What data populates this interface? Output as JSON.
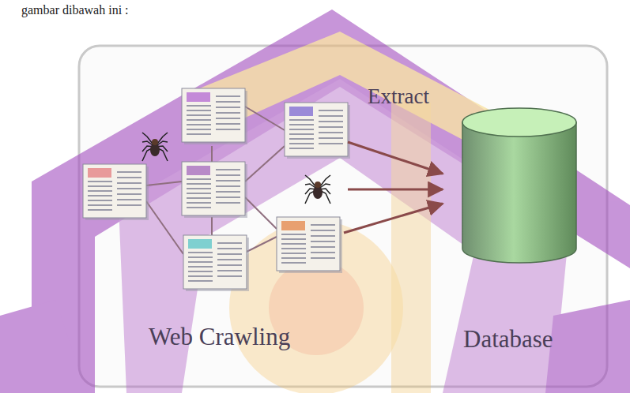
{
  "diagram": {
    "labels": [
      "gambar dibawah ini :",
      "Extract",
      "Web Crawling",
      "Database"
    ]
  }
}
